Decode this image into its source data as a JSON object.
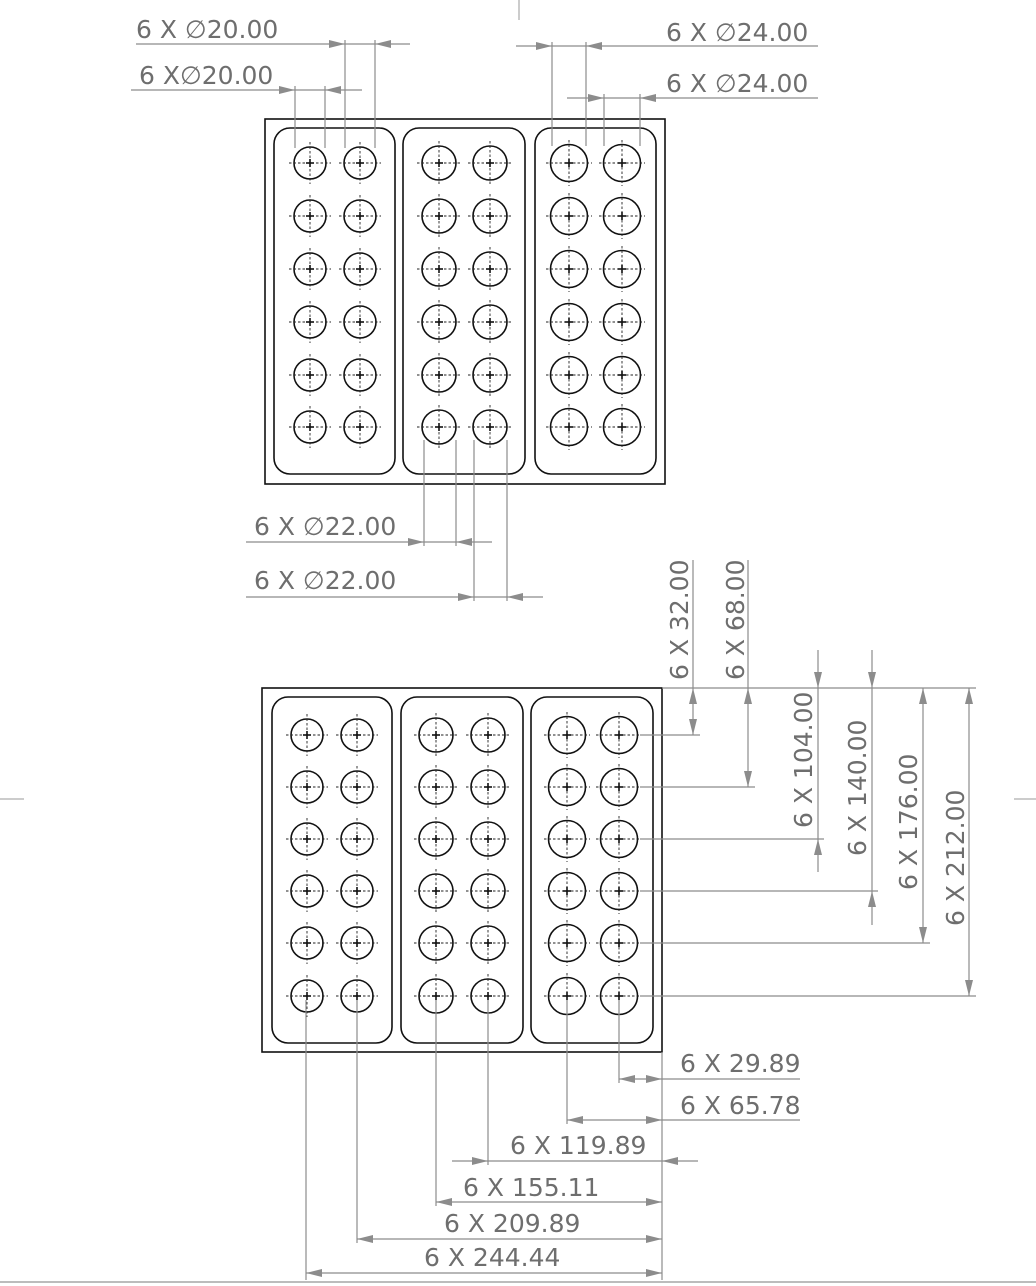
{
  "top_view": {
    "dims": [
      {
        "id": "d20a",
        "text": "6 X ∅20.00"
      },
      {
        "id": "d20b",
        "text": "6 X∅20.00"
      },
      {
        "id": "d24a",
        "text": "6 X ∅24.00"
      },
      {
        "id": "d24b",
        "text": "6 X ∅24.00"
      },
      {
        "id": "d22a",
        "text": "6 X ∅22.00"
      },
      {
        "id": "d22b",
        "text": "6 X ∅22.00"
      }
    ]
  },
  "bottom_view": {
    "vertical_dims": [
      {
        "id": "v32",
        "text": "6 X 32.00"
      },
      {
        "id": "v68",
        "text": "6 X 68.00"
      },
      {
        "id": "v104",
        "text": "6 X 104.00"
      },
      {
        "id": "v140",
        "text": "6 X 140.00"
      },
      {
        "id": "v176",
        "text": "6 X 176.00"
      },
      {
        "id": "v212",
        "text": "6 X 212.00"
      }
    ],
    "horizontal_dims": [
      {
        "id": "h2989",
        "text": "6 X 29.89"
      },
      {
        "id": "h6578",
        "text": "6 X 65.78"
      },
      {
        "id": "h11989",
        "text": "6 X 119.89"
      },
      {
        "id": "h15511",
        "text": "6 X 155.11"
      },
      {
        "id": "h20989",
        "text": "6 X 209.89"
      },
      {
        "id": "h24444",
        "text": "6 X 244.44"
      }
    ]
  }
}
